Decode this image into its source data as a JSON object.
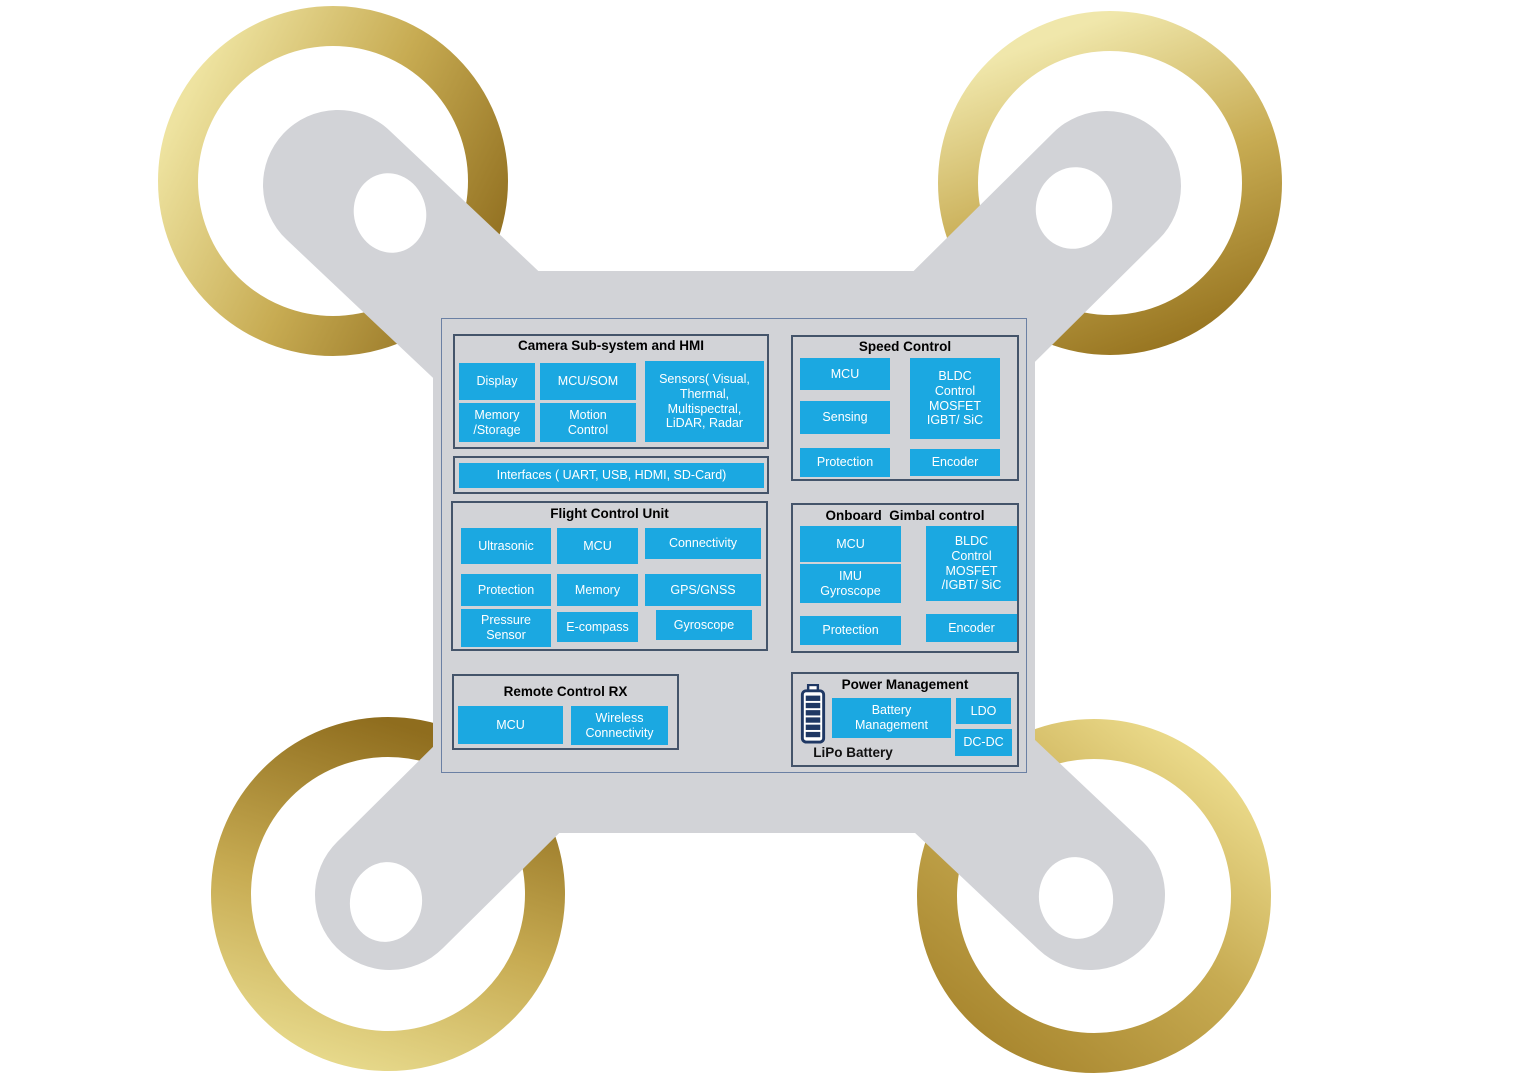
{
  "colors": {
    "block_cyan": "#1BA8E1",
    "panel_border": "#44546A",
    "outer_border": "#6B80A4",
    "body_gray": "#D2D3D7",
    "gold_light": "#F0E6A8",
    "gold_mid": "#C7AB52",
    "gold_dark": "#8F6D1E",
    "battery_navy": "#1F3864",
    "block_text": "#FFFFFF",
    "title_text": "#000000"
  },
  "panels": {
    "camera": {
      "title": "Camera Sub-system and HMI",
      "blocks": {
        "display": "Display",
        "mcu_som": "MCU/SOM",
        "sensors": "Sensors( Visual,\nThermal,\nMultispectral,\nLiDAR, Radar",
        "memory_storage": "Memory\n/Storage",
        "motion_control": "Motion\nControl"
      }
    },
    "interfaces": {
      "label": "Interfaces ( UART, USB, HDMI, SD-Card)"
    },
    "flight_control": {
      "title": "Flight Control Unit",
      "blocks": {
        "ultrasonic": "Ultrasonic",
        "mcu": "MCU",
        "connectivity": "Connectivity",
        "protection": "Protection",
        "memory": "Memory",
        "gps_gnss": "GPS/GNSS",
        "pressure_sensor": "Pressure\nSensor",
        "e_compass": "E-compass",
        "gyroscope": "Gyroscope"
      }
    },
    "remote_control": {
      "title": "Remote Control RX",
      "blocks": {
        "mcu": "MCU",
        "wireless_connectivity": "Wireless\nConnectivity"
      }
    },
    "speed_control": {
      "title": "Speed Control",
      "blocks": {
        "mcu": "MCU",
        "bldc": "BLDC\nControl\nMOSFET\nIGBT/ SiC",
        "sensing": "Sensing",
        "protection": "Protection",
        "encoder": "Encoder"
      }
    },
    "gimbal": {
      "title": "Onboard  Gimbal control",
      "blocks": {
        "mcu": "MCU",
        "bldc": "BLDC\nControl\nMOSFET\n/IGBT/ SiC",
        "imu_gyroscope": "IMU\nGyroscope",
        "protection": "Protection",
        "encoder": "Encoder"
      }
    },
    "power": {
      "title": "Power Management",
      "icon": "battery-icon",
      "blocks": {
        "battery_management": "Battery\nManagement",
        "ldo": "LDO",
        "dc_dc": "DC-DC"
      },
      "battery_label": "LiPo Battery"
    }
  }
}
